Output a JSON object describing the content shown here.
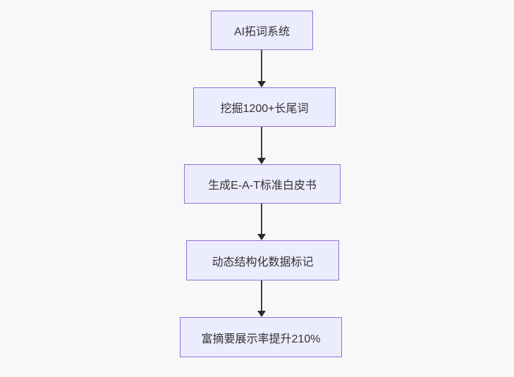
{
  "flowchart": {
    "type": "flowchart",
    "direction": "top-down",
    "nodes": [
      {
        "label": "AI拓词系统"
      },
      {
        "label": "挖掘1200+长尾词"
      },
      {
        "label": "生成E-A-T标准白皮书"
      },
      {
        "label": "动态结构化数据标记"
      },
      {
        "label": "富摘要展示率提升210%"
      }
    ],
    "edges": [
      {
        "from": "AI拓词系统",
        "to": "挖掘1200+长尾词"
      },
      {
        "from": "挖掘1200+长尾词",
        "to": "生成E-A-T标准白皮书"
      },
      {
        "from": "生成E-A-T标准白皮书",
        "to": "动态结构化数据标记"
      },
      {
        "from": "动态结构化数据标记",
        "to": "富摘要展示率提升210%"
      }
    ],
    "colors": {
      "background": "#f8f8f8",
      "node_fill": "#ececff",
      "node_border": "#9370db",
      "node_text": "#333333",
      "arrow": "#333333"
    }
  }
}
